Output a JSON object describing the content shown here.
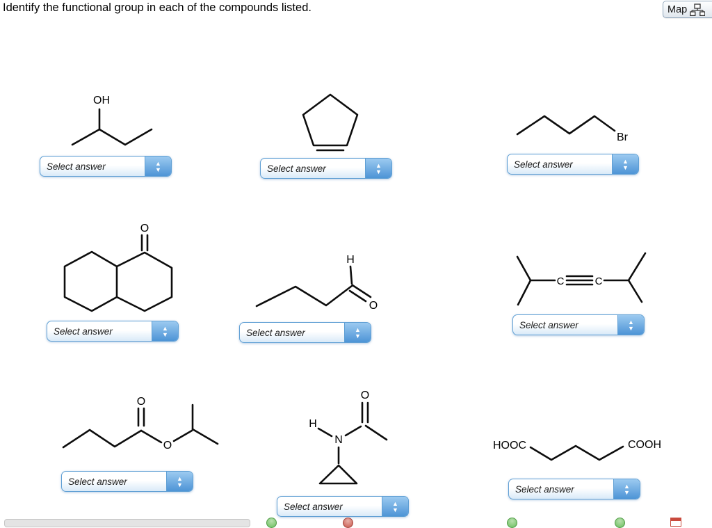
{
  "header": {
    "title": "Identify the functional group in each of the compounds listed.",
    "map_button_label": "Map"
  },
  "dropdown_label": "Select answer",
  "icons": {
    "spinner_up": "▲",
    "spinner_down": "▼"
  },
  "compounds": {
    "butanol": {
      "oh": "OH"
    },
    "bromobutane": {
      "br": "Br"
    },
    "decalone": {
      "o": "O"
    },
    "butanal": {
      "h": "H",
      "o": "O"
    },
    "alkyne": {
      "c_left": "C",
      "c_right": "C"
    },
    "ester": {
      "o_carbonyl": "O",
      "o_ester": "O"
    },
    "amide": {
      "h": "H",
      "n": "N",
      "o": "O"
    },
    "diacid": {
      "hooc": "HOOC",
      "cooh": "COOH"
    }
  },
  "colors": {
    "dropdown_border": "#5f9fd4",
    "dropdown_button_blue": "#4d94d6",
    "dropdown_field_tint": "#d9eaf8",
    "structure_ink": "#0d0d0d",
    "status_green": "#6abf5e",
    "status_red": "#c9554a"
  }
}
